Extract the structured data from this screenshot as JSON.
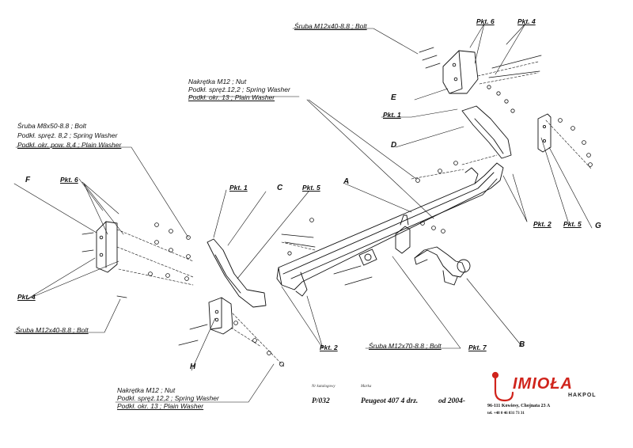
{
  "callouts": {
    "bolt_top": "Śruba M12x40-8.8 ;  Bolt",
    "nut_top_1": "Nakrętka  M12 ; Nut",
    "nut_top_2": "Podkł. spręż.12,2 ; Spring Washer",
    "nut_top_3": "Podkł. okr. 13 ; Plain Washer",
    "left_1": "Śruba  M8x50-8.8 ;  Bolt",
    "left_2": "Podkł. spręż. 8,2 ; Spring Washer",
    "left_3": "Podkł. okr. pow. 8,4 ; Plain Washer",
    "bolt_left": "Śruba M12x40-8.8 ;  Bolt",
    "bolt_center": "Śruba M12x70-8.8 ;  Bolt",
    "nut_bottom_1": "Nakrętka  M12 ; Nut",
    "nut_bottom_2": "Podkł. spręż.12,2 ; Spring Washer",
    "nut_bottom_3": "Podkł. okr. 13 ; Plain Washer"
  },
  "points": {
    "pkt1": "Pkt. 1",
    "pkt2": "Pkt. 2",
    "pkt4": "Pkt. 4",
    "pkt5": "Pkt. 5",
    "pkt6": "Pkt. 6",
    "pkt7": "Pkt. 7"
  },
  "parts": {
    "a": "A",
    "b": "B",
    "c": "C",
    "d": "D",
    "e": "E",
    "f": "F",
    "g": "G",
    "h": "H"
  },
  "title_block": {
    "catalog_label": "Nr katalogowy",
    "catalog_value": "P/032",
    "brand_label": "Marka",
    "model": "Peugeot 407 4 drz.",
    "year": "od 2004-"
  },
  "company": {
    "name": "IMIOŁA",
    "sub": "HAKPOL",
    "address": "96-111 Kowiesy, Chojnata 23 A",
    "phone": "tel. +48 0 46 831 73 31",
    "color": "#d0241c"
  }
}
